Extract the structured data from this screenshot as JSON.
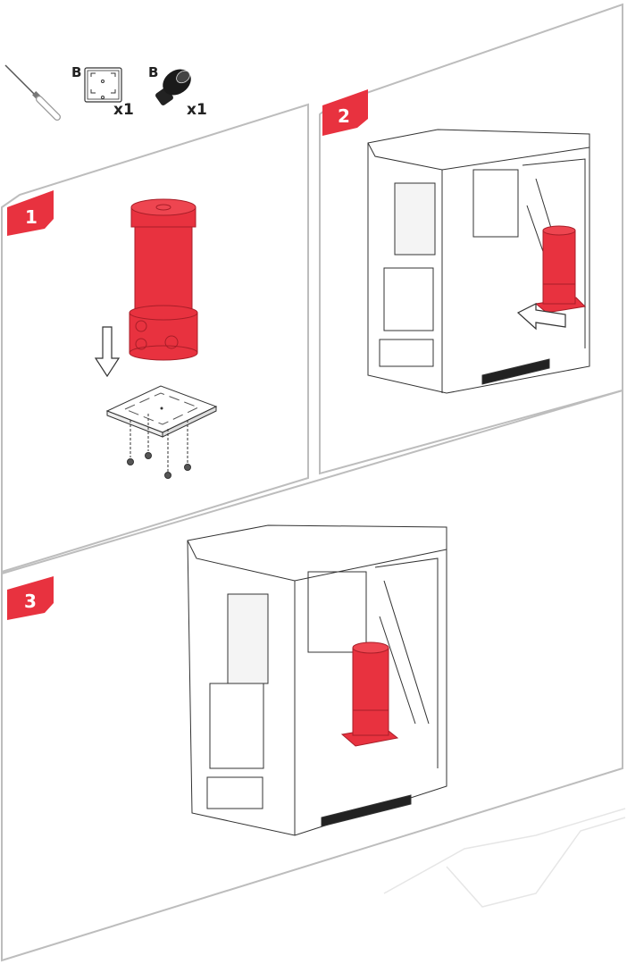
{
  "parts": [
    {
      "icon": "screwdriver-icon",
      "label": "",
      "qty": ""
    },
    {
      "icon": "pump-bracket-icon",
      "label": "B",
      "qty": "x1"
    },
    {
      "icon": "thumb-screw-icon",
      "label": "B",
      "qty": "x1"
    }
  ],
  "steps": [
    {
      "number": "1",
      "description_icon": "pump-onto-bracket"
    },
    {
      "number": "2",
      "description_icon": "slide-pump-into-case"
    },
    {
      "number": "3",
      "description_icon": "pump-installed-in-case"
    }
  ],
  "colors": {
    "accent": "#e8323f",
    "panel_border": "#bdbdbd",
    "line": "#333333"
  }
}
